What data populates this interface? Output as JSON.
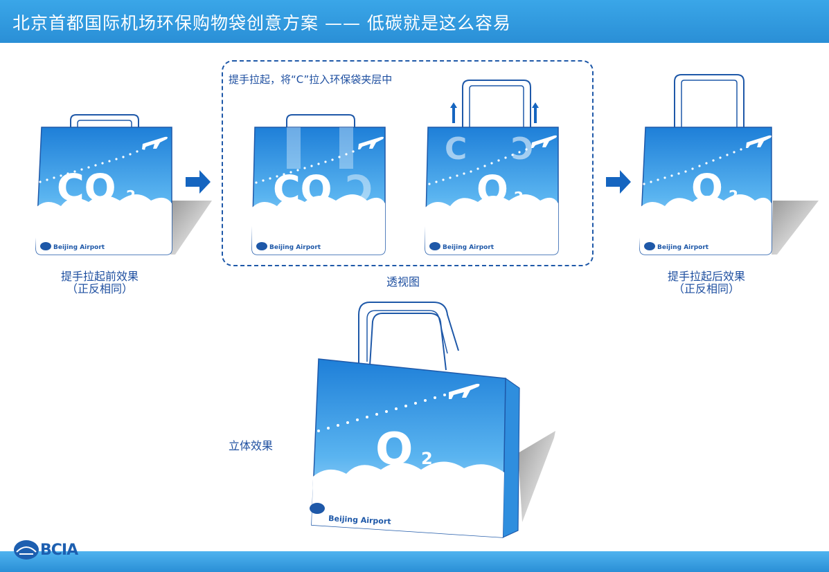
{
  "header": {
    "title": "北京首都国际机场环保购物袋创意方案 —— 低碳就是这么容易"
  },
  "note": "提手拉起，将“C”拉入环保袋夹层中",
  "captions": {
    "before_line1": "提手拉起前效果",
    "before_line2": "（正反相同）",
    "xray": "透视图",
    "after_line1": "提手拉起后效果",
    "after_line2": "（正反相同）",
    "solid": "立体效果"
  },
  "bag_labels": {
    "co2": "CO",
    "o2": "O",
    "sub2": "2",
    "c_letter": "C",
    "brand": "Beijing Airport"
  },
  "logo": {
    "text": "BCIA"
  },
  "colors": {
    "sky_top": "#1e7fd8",
    "sky_bottom": "#bfe3fb",
    "dark_blue": "#1e4fa0",
    "arrow": "#1565c0"
  }
}
